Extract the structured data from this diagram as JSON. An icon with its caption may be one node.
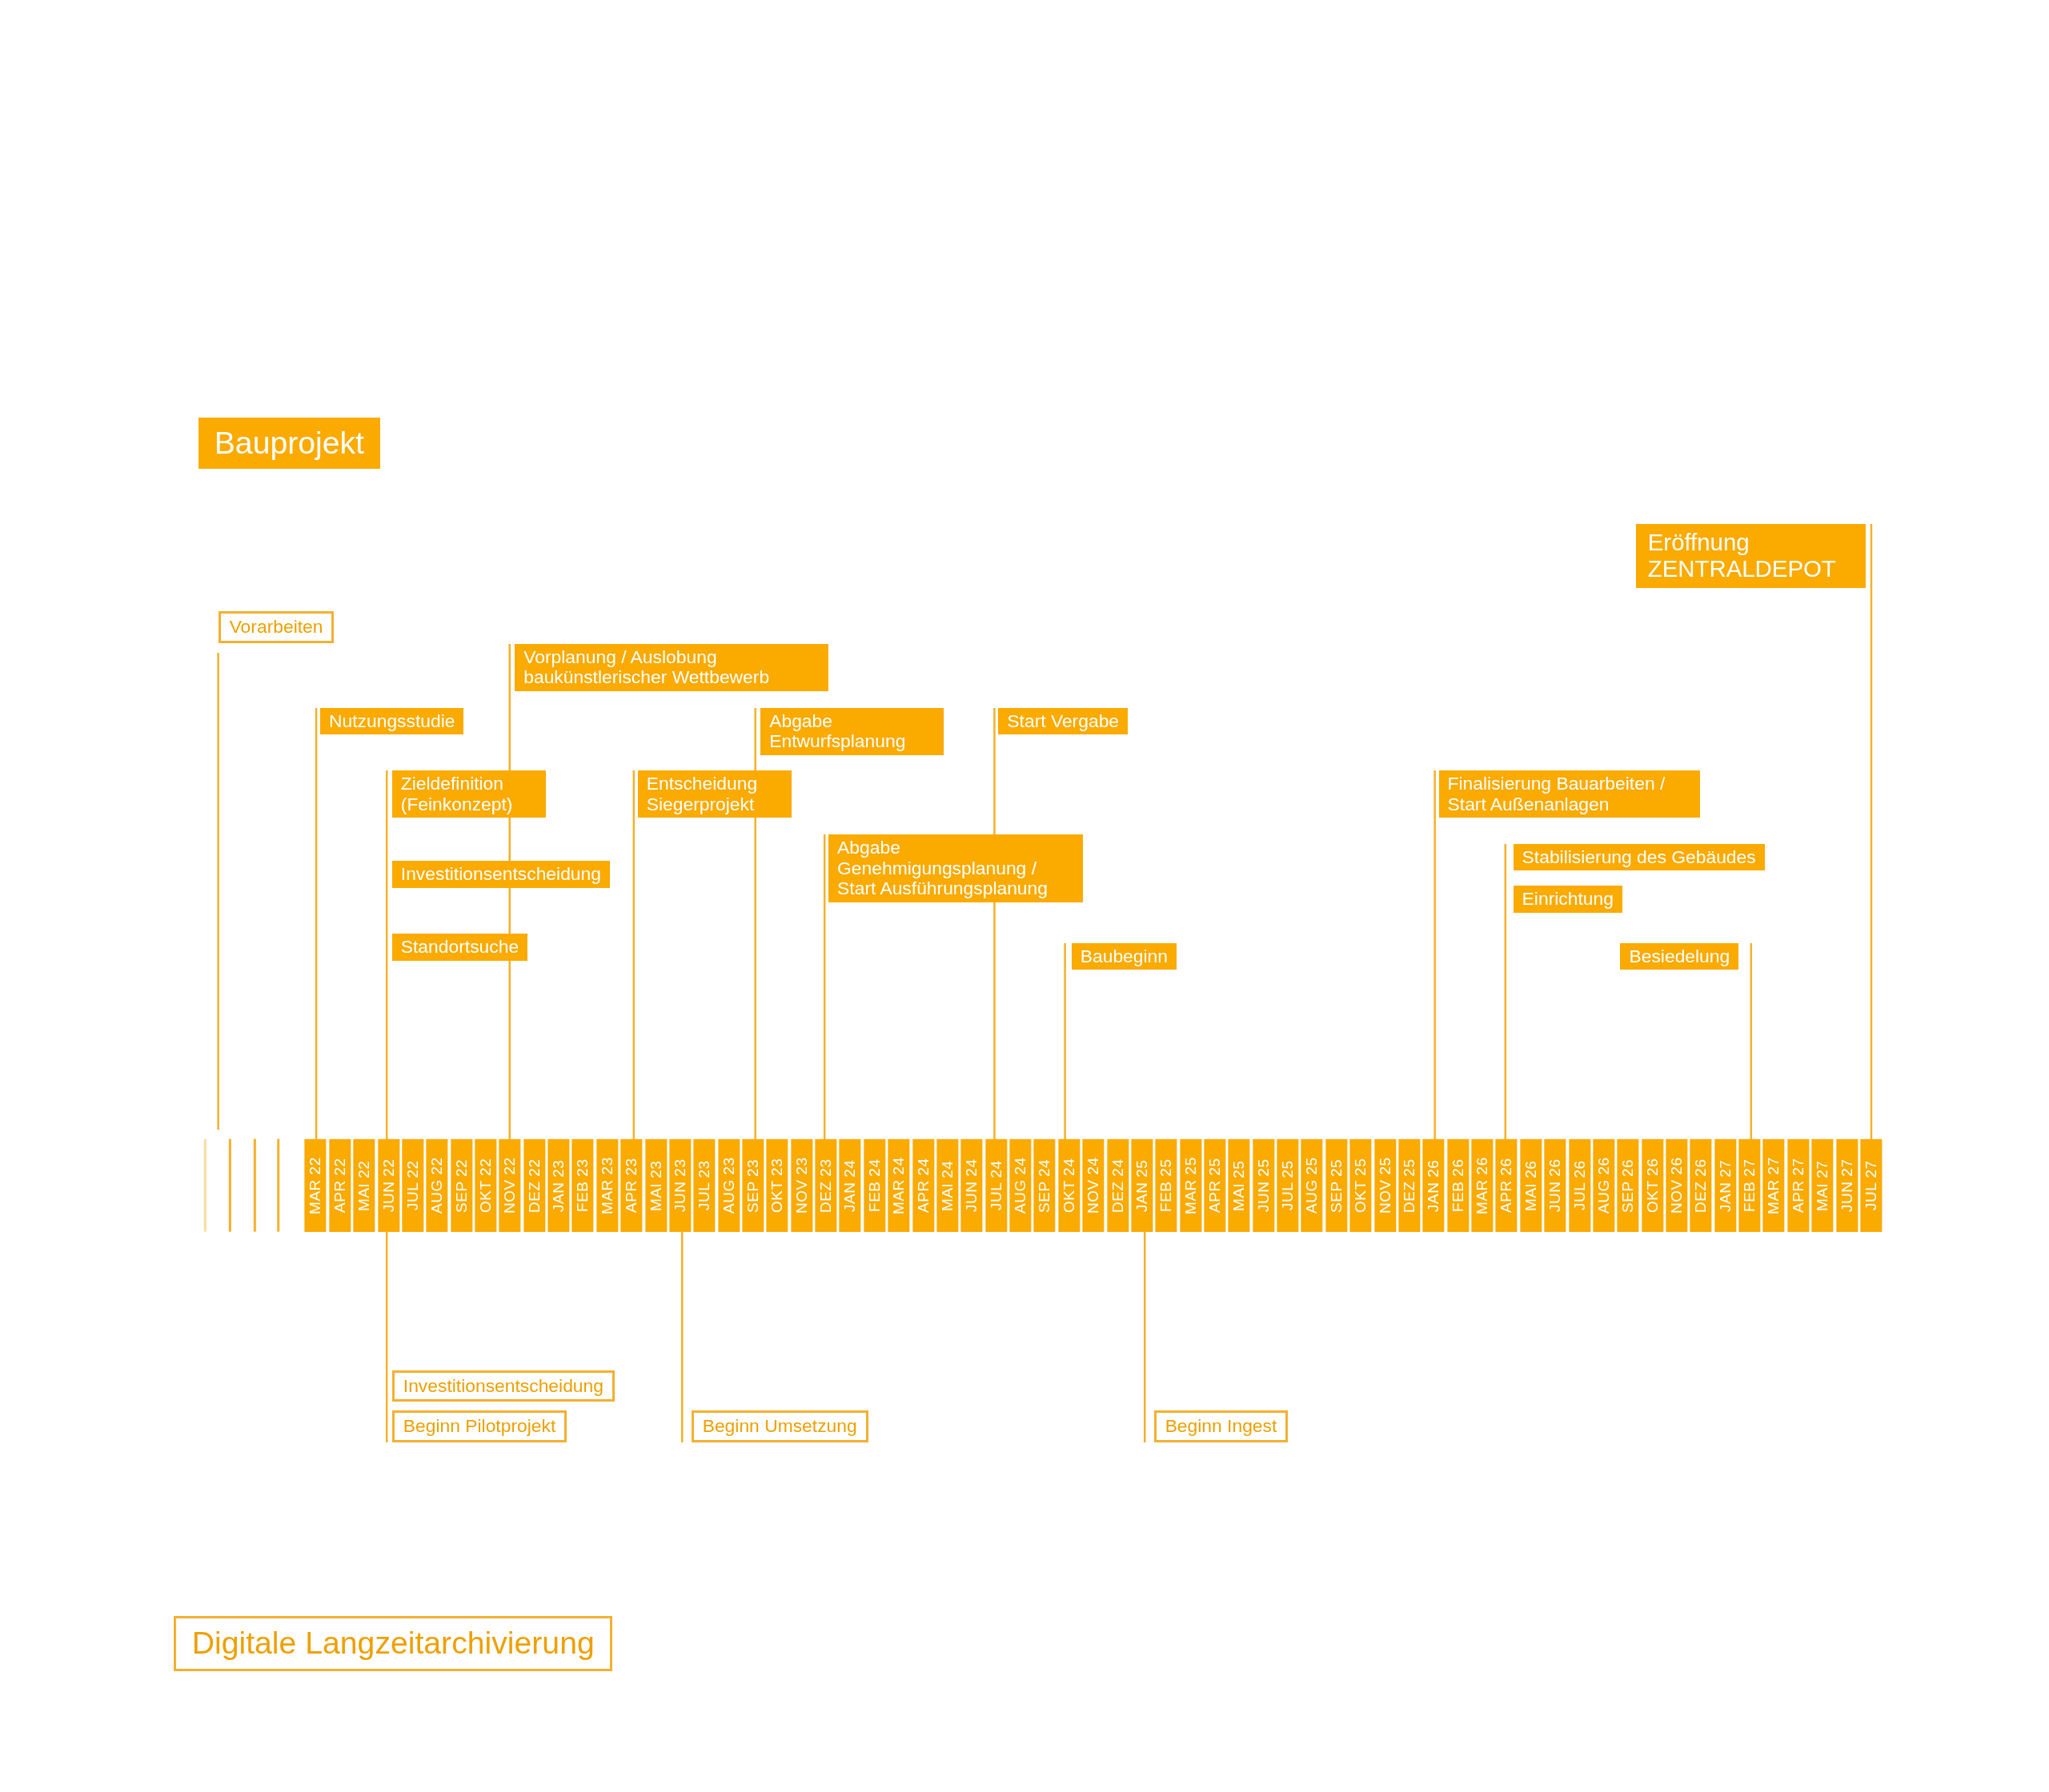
{
  "diagram": {
    "nodes": [
      {
        "text": [
          "Bauprojekt"
        ]
      },
      {
        "text": [
          "Eröffnung ZENTRALDEPOT"
        ]
      },
      {
        "text": [
          "Vorarbeiten"
        ]
      },
      {
        "text": [
          "Vorplanung / Auslobung baukünstlerischer Wettbewerb"
        ]
      },
      {
        "text": [
          "Nutzungsstudie"
        ]
      },
      {
        "text": [
          "Abgabe Entwurfsplanung"
        ]
      },
      {
        "text": [
          "Start Vergabe"
        ]
      },
      {
        "text": [
          "Zieldefinition (Feinkonzept)"
        ]
      },
      {
        "text": [
          "Entscheidung Siegerprojekt"
        ]
      },
      {
        "text": [
          "Finalisierung Bauarbeiten / Start Außenanlagen"
        ]
      },
      {
        "text": [
          "Abgabe Genehmigungsplanung / Start Ausführungsplanung"
        ]
      },
      {
        "text": [
          "Stabilisierung des Gebäudes"
        ]
      },
      {
        "text": [
          "Investitionsentscheidung"
        ]
      },
      {
        "text": [
          "Einrichtung"
        ]
      },
      {
        "text": [
          "Standortsuche"
        ]
      },
      {
        "text": [
          "Baubeginn"
        ]
      },
      {
        "text": [
          "Besiedelung"
        ]
      },
      {
        "text": [
          "MAR 22"
        ]
      },
      {
        "text": [
          "APR 22"
        ]
      },
      {
        "text": [
          "MAI 22"
        ]
      },
      {
        "text": [
          "JUN 22"
        ]
      },
      {
        "text": [
          "JUL 22"
        ]
      },
      {
        "text": [
          "AUG 22"
        ]
      },
      {
        "text": [
          "SEP 22"
        ]
      },
      {
        "text": [
          "OKT 22"
        ]
      },
      {
        "text": [
          "NOV 22"
        ]
      },
      {
        "text": [
          "DEZ 22"
        ]
      },
      {
        "text": [
          "JAN 23"
        ]
      },
      {
        "text": [
          "FEB 23"
        ]
      },
      {
        "text": [
          "MAR 23"
        ]
      },
      {
        "text": [
          "APR 23"
        ]
      },
      {
        "text": [
          "MAI 23"
        ]
      },
      {
        "text": [
          "JUN 23"
        ]
      },
      {
        "text": [
          "JUL 23"
        ]
      },
      {
        "text": [
          "AUG 23"
        ]
      },
      {
        "text": [
          "SEP 23"
        ]
      },
      {
        "text": [
          "OKT 23"
        ]
      },
      {
        "text": [
          "NOV 23"
        ]
      },
      {
        "text": [
          "DEZ 23"
        ]
      },
      {
        "text": [
          "JAN 24"
        ]
      },
      {
        "text": [
          "FEB 24"
        ]
      },
      {
        "text": [
          "MAR 24"
        ]
      },
      {
        "text": [
          "APR 24"
        ]
      },
      {
        "text": [
          "MAI 24"
        ]
      },
      {
        "text": [
          "JUN 24"
        ]
      },
      {
        "text": [
          "JUL 24"
        ]
      },
      {
        "text": [
          "AUG 24"
        ]
      },
      {
        "text": [
          "SEP 24"
        ]
      },
      {
        "text": [
          "OKT 24"
        ]
      },
      {
        "text": [
          "NOV 24"
        ]
      },
      {
        "text": [
          "DEZ 24"
        ]
      },
      {
        "text": [
          "JAN 25"
        ]
      },
      {
        "text": [
          "FEB 25"
        ]
      },
      {
        "text": [
          "MAR 25"
        ]
      },
      {
        "text": [
          "APR 25"
        ]
      },
      {
        "text": [
          "MAI 25"
        ]
      },
      {
        "text": [
          "JUN 25"
        ]
      },
      {
        "text": [
          "JUL 25"
        ]
      },
      {
        "text": [
          "AUG 25"
        ]
      },
      {
        "text": [
          "SEP 25"
        ]
      },
      {
        "text": [
          "OKT 25"
        ]
      },
      {
        "text": [
          "NOV 25"
        ]
      },
      {
        "text": [
          "DEZ 25"
        ]
      },
      {
        "text": [
          "JAN 26"
        ]
      },
      {
        "text": [
          "FEB 26"
        ]
      },
      {
        "text": [
          "MAR 26"
        ]
      },
      {
        "text": [
          "APR 26"
        ]
      },
      {
        "text": [
          "MAI 26"
        ]
      },
      {
        "text": [
          "JUN 26"
        ]
      },
      {
        "text": [
          "JUL 26"
        ]
      },
      {
        "text": [
          "AUG 26"
        ]
      },
      {
        "text": [
          "SEP 26"
        ]
      },
      {
        "text": [
          "OKT 26"
        ]
      },
      {
        "text": [
          "NOV 26"
        ]
      },
      {
        "text": [
          "DEZ 26"
        ]
      },
      {
        "text": [
          "JAN 27"
        ]
      },
      {
        "text": [
          "FEB 27"
        ]
      },
      {
        "text": [
          "MAR 27"
        ]
      },
      {
        "text": [
          "APR 27"
        ]
      },
      {
        "text": [
          "MAI 27"
        ]
      },
      {
        "text": [
          "JUN 27"
        ]
      },
      {
        "text": [
          "JUL 27"
        ]
      },
      {
        "text": [
          "Investitionsentscheidung"
        ]
      },
      {
        "text": [
          "Beginn Pilotprojekt"
        ]
      },
      {
        "text": [
          "Beginn Umsetzung"
        ]
      },
      {
        "text": [
          "Beginn Ingest"
        ]
      },
      {
        "text": [
          "Digitale Langzeitarchivierung"
        ]
      }
    ],
    "edges": [
      {
        "from": 2,
        "to": null,
        "arrow": "none"
      },
      {
        "from": 4,
        "to": 17,
        "arrow": "none"
      },
      {
        "from": 7,
        "to": 20,
        "arrow": "none"
      },
      {
        "from": 12,
        "to": 20,
        "arrow": "none"
      },
      {
        "from": 14,
        "to": 20,
        "arrow": "none"
      },
      {
        "from": 3,
        "to": 25,
        "arrow": "none"
      },
      {
        "from": 8,
        "to": 30,
        "arrow": "none"
      },
      {
        "from": 5,
        "to": 35,
        "arrow": "none"
      },
      {
        "from": 10,
        "to": 38,
        "arrow": "none"
      },
      {
        "from": 6,
        "to": 45,
        "arrow": "none"
      },
      {
        "from": 15,
        "to": 48,
        "arrow": "none"
      },
      {
        "from": 9,
        "to": 63,
        "arrow": "none"
      },
      {
        "from": 11,
        "to": 66,
        "arrow": "none"
      },
      {
        "from": 13,
        "to": 66,
        "arrow": "none"
      },
      {
        "from": 16,
        "to": 76,
        "arrow": "none"
      },
      {
        "from": 1,
        "to": 81,
        "arrow": "none"
      },
      {
        "from": 82,
        "to": 20,
        "arrow": "none"
      },
      {
        "from": 83,
        "to": 20,
        "arrow": "none"
      },
      {
        "from": 84,
        "to": 32,
        "arrow": "none"
      },
      {
        "from": 85,
        "to": 51,
        "arrow": "none"
      }
    ]
  }
}
